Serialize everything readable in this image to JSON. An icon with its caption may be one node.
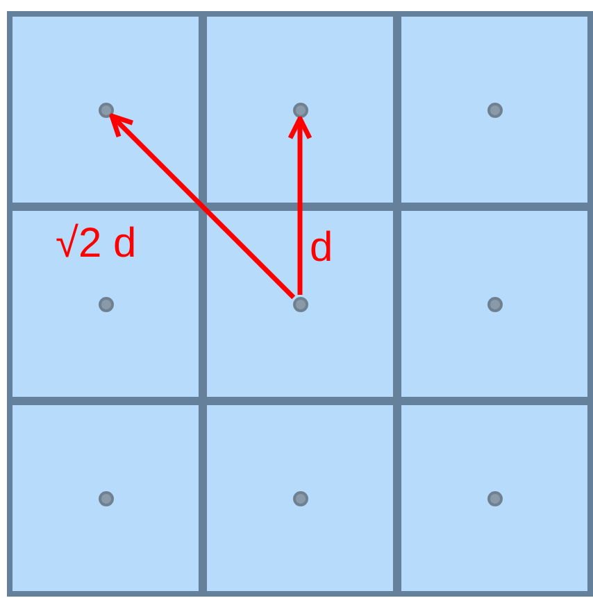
{
  "diagram": {
    "nodes": [
      {
        "text": [],
        "shape": "box"
      },
      {
        "text": [],
        "shape": "circle",
        "in": 0
      },
      {
        "text": [],
        "shape": "box"
      },
      {
        "text": [],
        "shape": "circle",
        "in": 2
      },
      {
        "text": [],
        "shape": "box"
      },
      {
        "text": [],
        "shape": "circle",
        "in": 4
      },
      {
        "text": [],
        "shape": "box"
      },
      {
        "text": [],
        "shape": "circle",
        "in": 6
      },
      {
        "text": [],
        "shape": "box"
      },
      {
        "text": [],
        "shape": "circle",
        "in": 8
      },
      {
        "text": [],
        "shape": "box"
      },
      {
        "text": [],
        "shape": "circle",
        "in": 10
      },
      {
        "text": [],
        "shape": "box"
      },
      {
        "text": [],
        "shape": "circle",
        "in": 12
      },
      {
        "text": [],
        "shape": "box"
      },
      {
        "text": [],
        "shape": "circle",
        "in": 14
      },
      {
        "text": [],
        "shape": "box"
      },
      {
        "text": [],
        "shape": "circle",
        "in": 16
      }
    ],
    "edges": [
      {
        "from": 9,
        "to": 1,
        "arrow": "to",
        "label": "√2 d"
      },
      {
        "from": 9,
        "to": 3,
        "arrow": "to",
        "label": "d"
      }
    ]
  }
}
